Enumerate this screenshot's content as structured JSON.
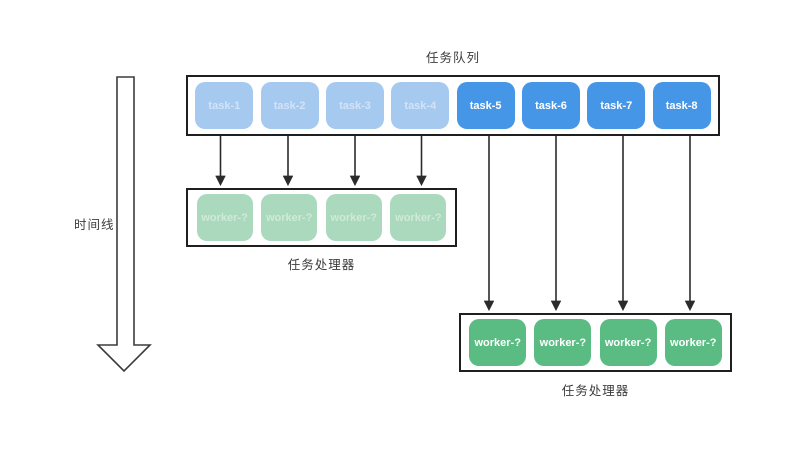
{
  "timeline": {
    "label": "时间线"
  },
  "queue": {
    "title": "任务队列",
    "tasks": [
      {
        "label": "task-1",
        "state": "dispatched"
      },
      {
        "label": "task-2",
        "state": "dispatched"
      },
      {
        "label": "task-3",
        "state": "dispatched"
      },
      {
        "label": "task-4",
        "state": "dispatched"
      },
      {
        "label": "task-5",
        "state": "pending"
      },
      {
        "label": "task-6",
        "state": "pending"
      },
      {
        "label": "task-7",
        "state": "pending"
      },
      {
        "label": "task-8",
        "state": "pending"
      }
    ]
  },
  "worker_groups": [
    {
      "caption": "任务处理器",
      "state": "finished",
      "workers": [
        "worker-?",
        "worker-?",
        "worker-?",
        "worker-?"
      ]
    },
    {
      "caption": "任务处理器",
      "state": "active",
      "workers": [
        "worker-?",
        "worker-?",
        "worker-?",
        "worker-?"
      ]
    }
  ],
  "colors": {
    "task_pending_fill": "#4696E8",
    "task_dispatched_fill": "#A6C9F0",
    "worker_active_fill": "#5BBC83",
    "worker_finished_fill": "#ABD9BD",
    "container_border": "#1f1f1f",
    "arrow_stroke": "#2b2b2b",
    "label_text": "#3d3d3d",
    "background": "#ffffff"
  }
}
